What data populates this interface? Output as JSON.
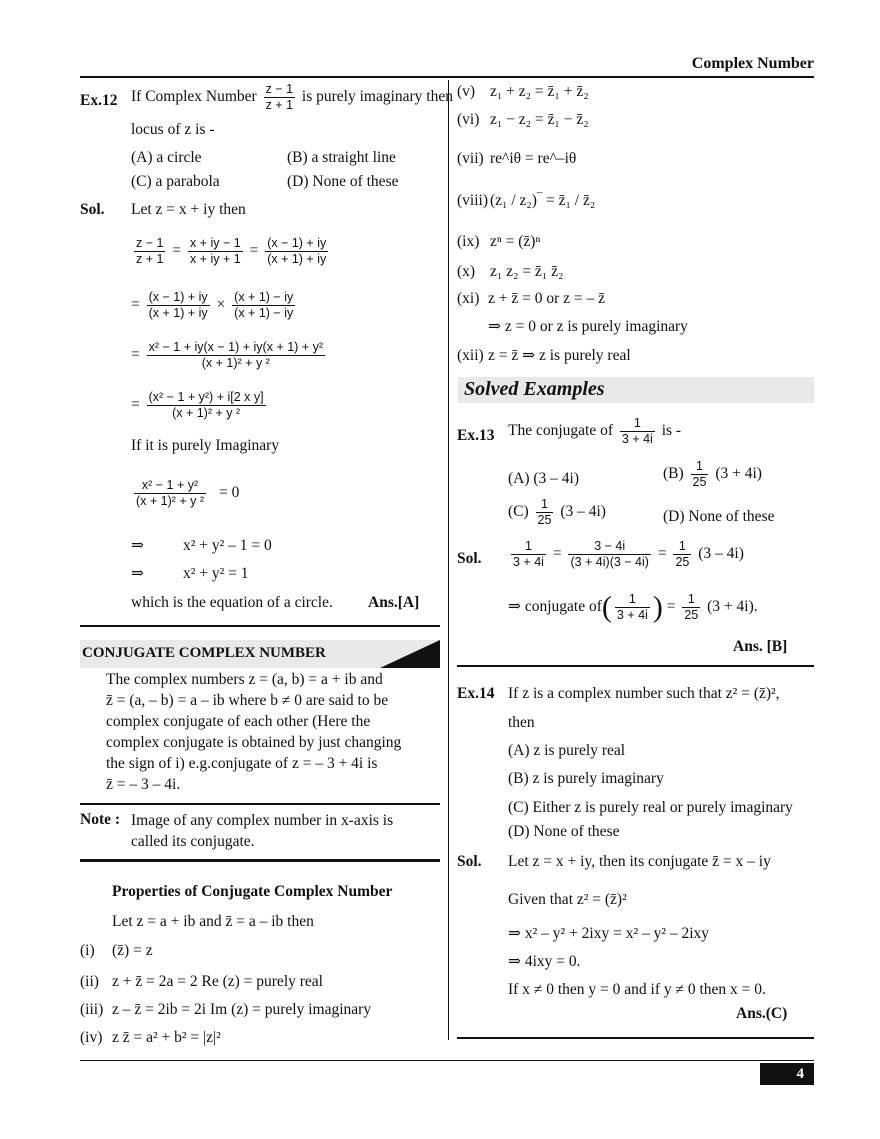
{
  "header": {
    "title": "Complex Number"
  },
  "ex12": {
    "label": "Ex.12",
    "q_pre": "If Complex Number",
    "frac_num": "z − 1",
    "frac_den": "z + 1",
    "q_post": "is purely imaginary then",
    "q_line2": "locus of z is -",
    "options": [
      "(A) a circle",
      "(B) a straight line",
      "(C) a parabola",
      "(D) None of these"
    ],
    "sol_label": "Sol.",
    "sol_intro": "Let z = x + iy then",
    "step1_a_num": "z − 1",
    "step1_a_den": "z + 1",
    "step1_b_num": "x + iy − 1",
    "step1_b_den": "x + iy + 1",
    "step1_c_num": "(x − 1) + iy",
    "step1_c_den": "(x + 1) + iy",
    "step2_a_num": "(x − 1) + iy",
    "step2_a_den": "(x + 1) + iy",
    "step2_b_num": "(x + 1) − iy",
    "step2_b_den": "(x + 1) − iy",
    "step3_num": "x² − 1 + iy(x − 1) + iy(x + 1) + y²",
    "step3_den": "(x + 1)² + y ²",
    "step4_num": "(x² − 1 + y²) + i[2 x y]",
    "step4_den": "(x + 1)² + y ²",
    "imag_line": "If it is purely Imaginary",
    "step5_num": "x² − 1 + y²",
    "step5_den": "(x + 1)² + y ²",
    "step5_rhs": "=  0",
    "arrow": "⇒",
    "step6": "x² + y² – 1  =  0",
    "step7": "x² + y² = 1",
    "conclusion": "which is the equation of a circle.",
    "answer": "Ans.[A]"
  },
  "conjugate": {
    "heading": "CONJUGATE COMPLEX NUMBER",
    "para": [
      "The complex numbers   z = (a, b) = a + ib and",
      "z̄ = (a, – b) = a – ib where b ≠ 0 are said to be",
      "complex conjugate of each other (Here the",
      "complex conjugate is obtained by just changing",
      "the sign of i) e.g.conjugate of z = – 3 + 4i is",
      "z̄  =  – 3 – 4i."
    ],
    "note_label": "Note :",
    "note_text": [
      "Image of any complex number in x-axis is",
      "called its conjugate."
    ],
    "props_heading": "Properties of Conjugate Complex Number",
    "props_intro": "Let z = a + ib and  z̄ = a – ib then",
    "props": [
      {
        "n": "(i)",
        "t": "(z̄) = z"
      },
      {
        "n": "(ii)",
        "t": "z + z̄ = 2a  = 2 Re (z) = purely real"
      },
      {
        "n": "(iii)",
        "t": "z – z̄ = 2ib = 2i Im (z) = purely imaginary"
      },
      {
        "n": "(iv)",
        "t": "z z̄ = a² + b² = |z|²"
      },
      {
        "n": "(v)",
        "t": "z₁ + z₂  =  z̄₁ + z̄₂"
      },
      {
        "n": "(vi)",
        "t": "z₁ − z₂  =  z̄₁  −  z̄₂"
      },
      {
        "n": "(vii)",
        "t": "re^iθ  = re^–iθ"
      },
      {
        "n": "(viii)",
        "t": "(z₁ / z₂)‾  =  z̄₁ / z̄₂"
      },
      {
        "n": "(ix)",
        "t": "zⁿ   = (z̄)ⁿ"
      },
      {
        "n": "(x)",
        "t": "z₁ z₂  =  z̄₁  z̄₂"
      },
      {
        "n": "(xi)",
        "t": "z +  z̄ = 0 or   z = –  z̄"
      },
      {
        "n": "",
        "t": "⇒  z = 0 or z is purely imaginary"
      },
      {
        "n": "(xii)",
        "t": "z =  z̄  ⇒  z is purely real"
      }
    ]
  },
  "solved": {
    "heading": "Solved Examples"
  },
  "ex13": {
    "label": "Ex.13",
    "q_pre": "The conjugate of",
    "frac_num": "1",
    "frac_den": "3 + 4i",
    "q_post": "is -",
    "opt_a": "(A)  (3 – 4i)",
    "opt_b_pre": "(B)",
    "opt_b_num": "1",
    "opt_b_den": "25",
    "opt_b_post": "(3 + 4i)",
    "opt_c_pre": "(C)",
    "opt_c_num": "1",
    "opt_c_den": "25",
    "opt_c_post": "(3 – 4i)",
    "opt_d": "(D) None of these",
    "sol_label": "Sol.",
    "s1_num": "1",
    "s1_den": "3 + 4i",
    "s2_num": "3 − 4i",
    "s2_den": "(3 + 4i)(3 − 4i)",
    "s3_num": "1",
    "s3_den": "25",
    "s3_post": "(3 – 4i)",
    "c_pre": "⇒ conjugate of",
    "c_num": "1",
    "c_den": "3 + 4i",
    "c_r_num": "1",
    "c_r_den": "25",
    "c_post": "(3 + 4i).",
    "answer": "Ans. [B]"
  },
  "ex14": {
    "label": "Ex.14",
    "q_line1": "If z is a complex number such that z² = (z̄)²,",
    "q_line2": "then",
    "options": [
      "(A) z is purely real",
      "(B) z is purely imaginary",
      "(C) Either z is purely real or purely imaginary",
      "(D) None of these"
    ],
    "sol_label": "Sol.",
    "s1": "Let z = x + iy,  then its conjugate  z̄ = x – iy",
    "s2": "Given that z² = (z̄)²",
    "s3": "⇒  x² – y² + 2ixy = x² – y² – 2ixy",
    "s4": "⇒ 4ixy = 0.",
    "s5": "If x ≠ 0  then y = 0 and if y ≠ 0 then x = 0.",
    "answer": "Ans.(C)"
  },
  "page_number": "4"
}
